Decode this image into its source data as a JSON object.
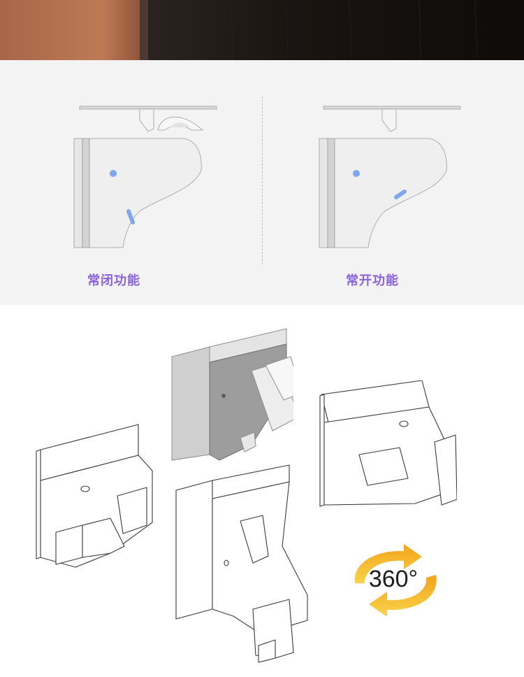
{
  "functions": {
    "normally_closed": {
      "label": "常闭功能"
    },
    "normally_open": {
      "label": "常开功能"
    }
  },
  "badge": {
    "text": "360°"
  },
  "colors": {
    "caption": "#8a62e0",
    "panel_bg": "#f3f3f3",
    "accent_blue": "#7fa6ee",
    "arrow_orange": "#f3a21b",
    "arrow_yellow": "#f8d44a",
    "photo_wood": "#b07050",
    "photo_dark": "#17120f"
  }
}
